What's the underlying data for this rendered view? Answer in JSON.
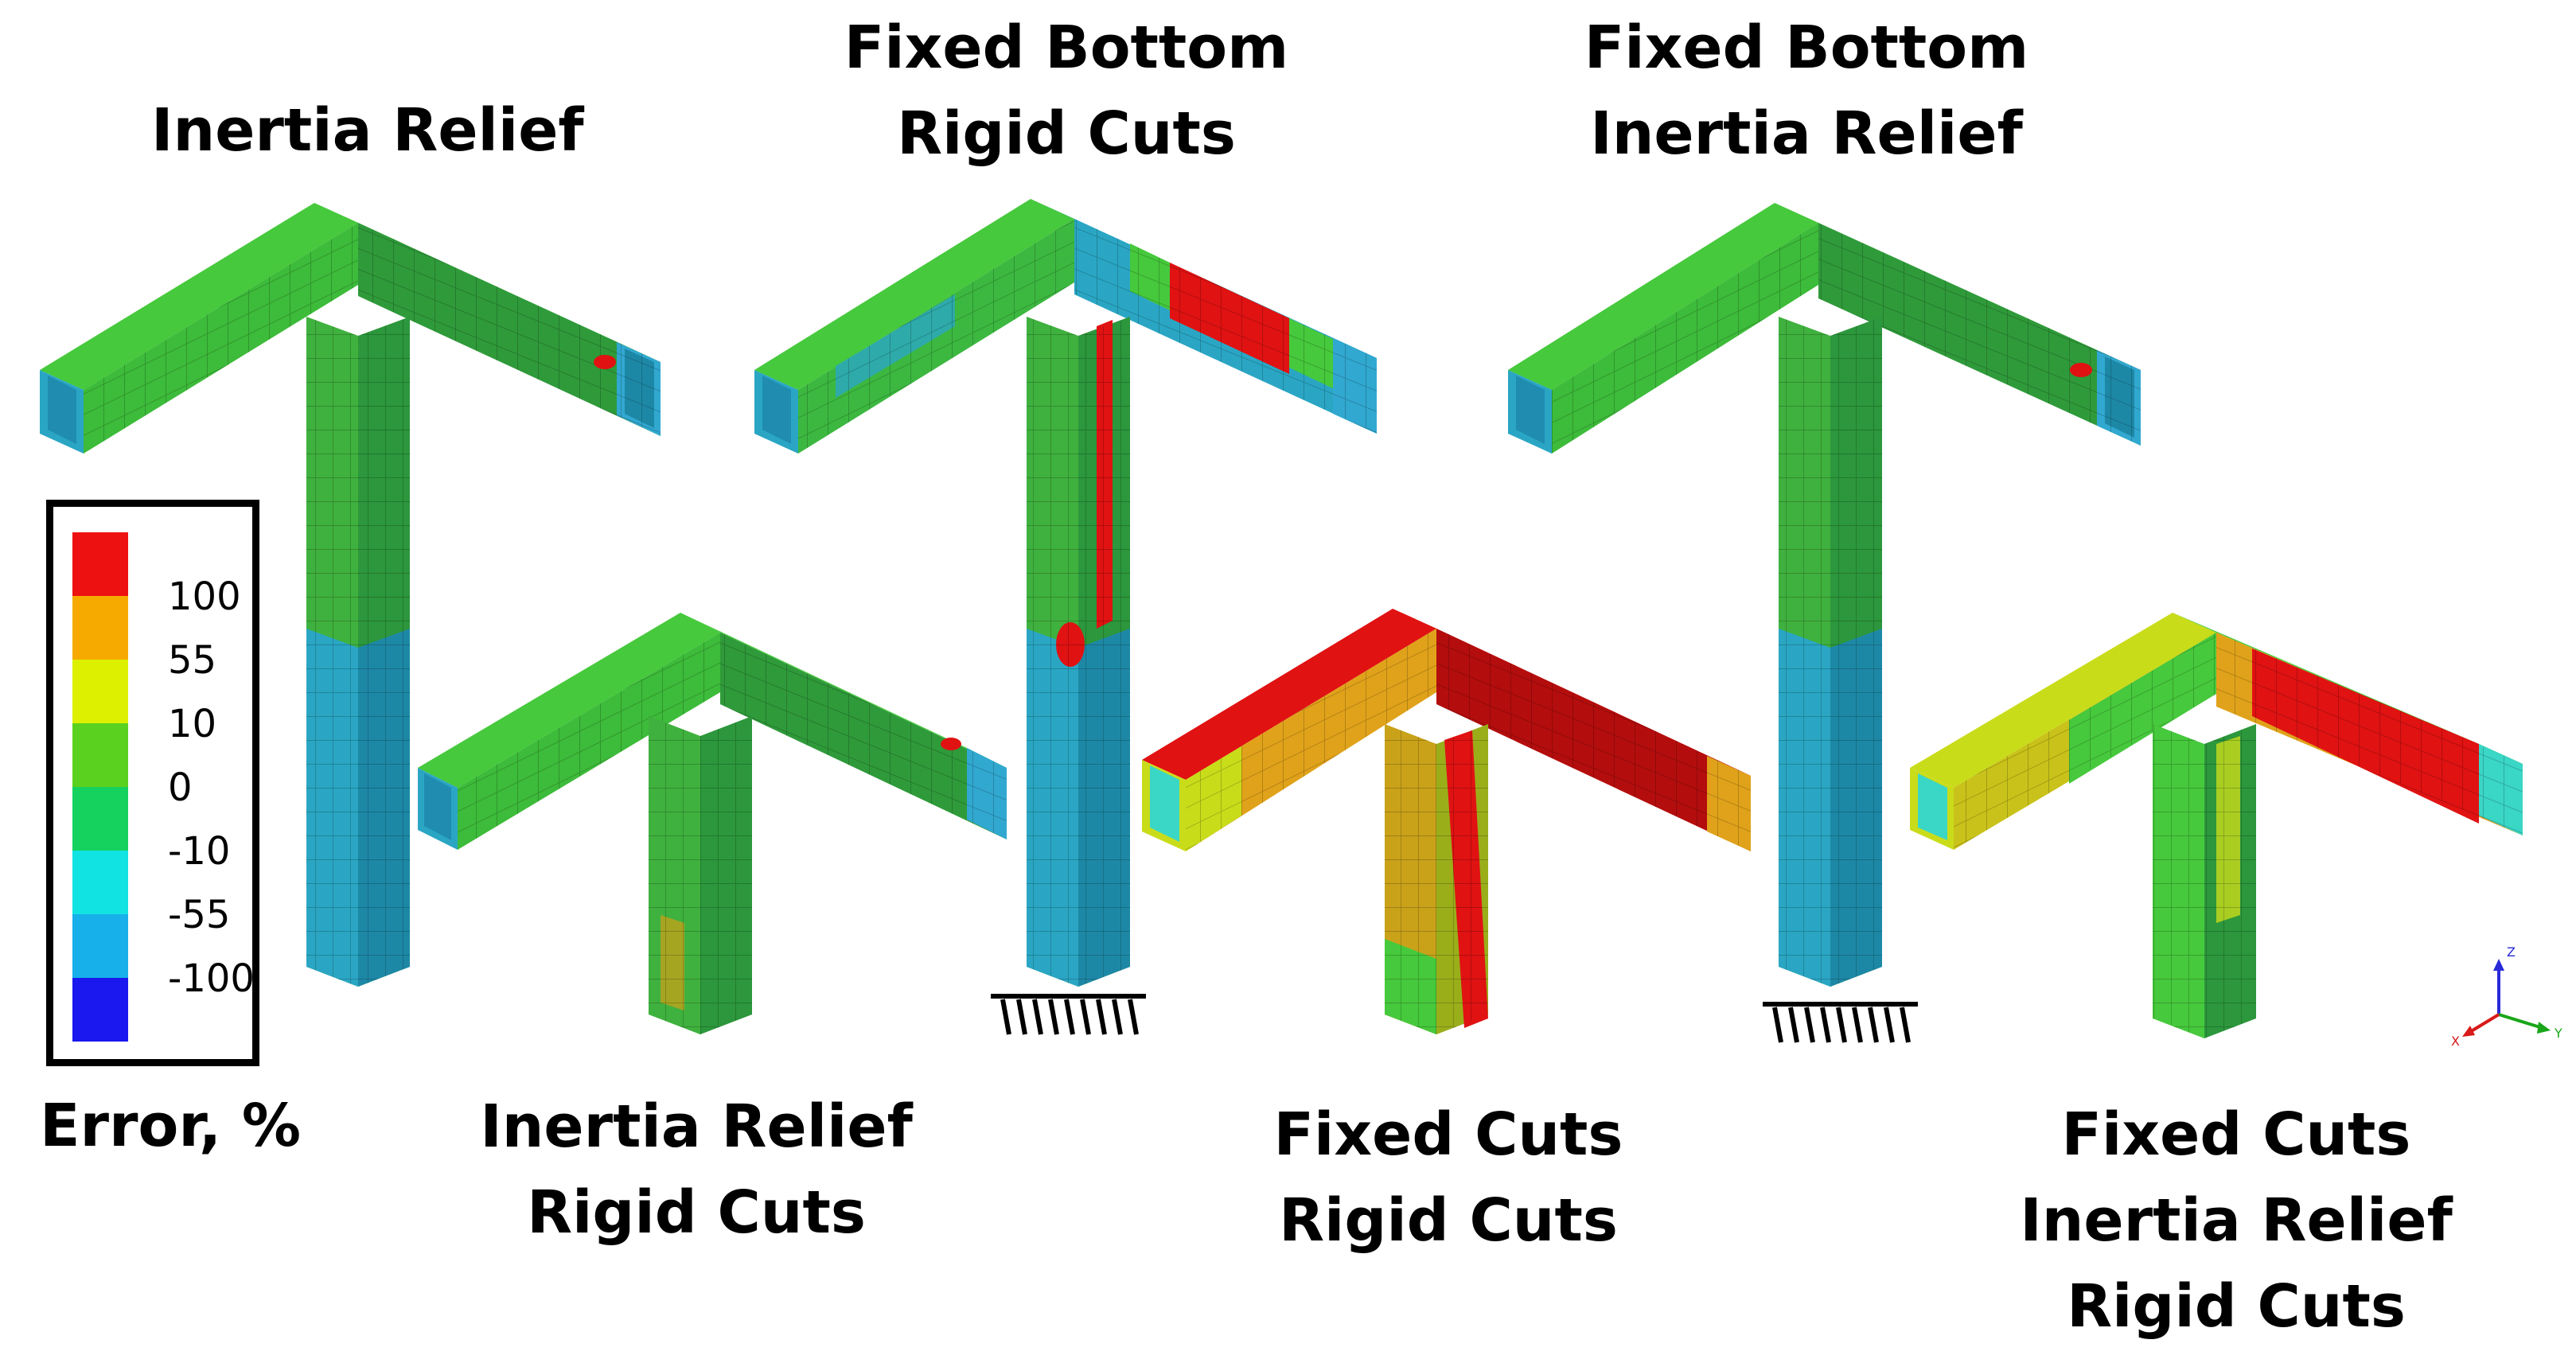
{
  "panels": [
    {
      "id": "p1",
      "title_lines": [
        "Inertia Relief"
      ],
      "fixed_base": false
    },
    {
      "id": "p2",
      "title_lines": [
        "Fixed Bottom",
        "Rigid Cuts"
      ],
      "fixed_base": true
    },
    {
      "id": "p3",
      "title_lines": [
        "Fixed Bottom",
        "Inertia Relief"
      ],
      "fixed_base": true
    },
    {
      "id": "p4",
      "title_lines": [
        "Inertia Relief",
        "Rigid Cuts"
      ],
      "fixed_base": false
    },
    {
      "id": "p5",
      "title_lines": [
        "Fixed Cuts",
        "Rigid Cuts"
      ],
      "fixed_base": false
    },
    {
      "id": "p6",
      "title_lines": [
        "Fixed Cuts",
        "Inertia Relief",
        "Rigid Cuts"
      ],
      "fixed_base": false
    }
  ],
  "legend": {
    "title": "Error, %",
    "ticks": [
      "100",
      "55",
      "10",
      "0",
      "-10",
      "-55",
      "-100"
    ],
    "colors": [
      "#ee1111",
      "#f6aa00",
      "#dcf000",
      "#5ad11e",
      "#15d25e",
      "#11e3e3",
      "#17b0ea",
      "#1a18ee"
    ]
  },
  "triad": {
    "z": "Z",
    "y": "Y",
    "x": "X"
  },
  "palette": {
    "green": "#46c93c",
    "green_dark": "#2f9a3a",
    "blue": "#2aa6c4",
    "blue_dark": "#1d88a6",
    "red": "#e01212",
    "red_dark": "#b40d0d",
    "yellow": "#c9dc1a",
    "orange": "#e0a21a",
    "cyan": "#3ad6c6"
  }
}
